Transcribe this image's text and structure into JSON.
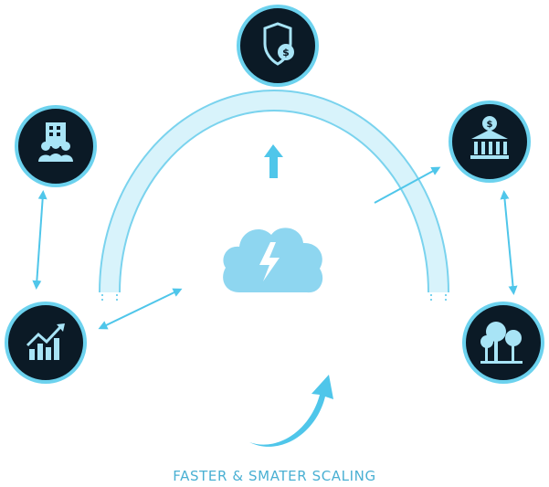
{
  "caption": "FASTER & SMATER SCALING",
  "colors": {
    "node_fill": "#0b1a26",
    "node_ring": "#6cd2ee",
    "icon_fill": "#a8e4f6",
    "arc": "#c9eef9",
    "arc_stroke": "#7ad3ee",
    "arrow": "#4fc6ea",
    "cloud": "#8ed6f0",
    "bolt": "#ffffff",
    "caption": "#4ab0d3"
  },
  "nodes": [
    {
      "id": "shield",
      "icon": "shield-dollar-icon"
    },
    {
      "id": "people",
      "icon": "people-building-icon"
    },
    {
      "id": "bank",
      "icon": "bank-dollar-icon"
    },
    {
      "id": "growth",
      "icon": "growth-chart-icon"
    },
    {
      "id": "trees",
      "icon": "trees-icon"
    }
  ],
  "center": {
    "icon": "cloud-lightning-icon"
  }
}
